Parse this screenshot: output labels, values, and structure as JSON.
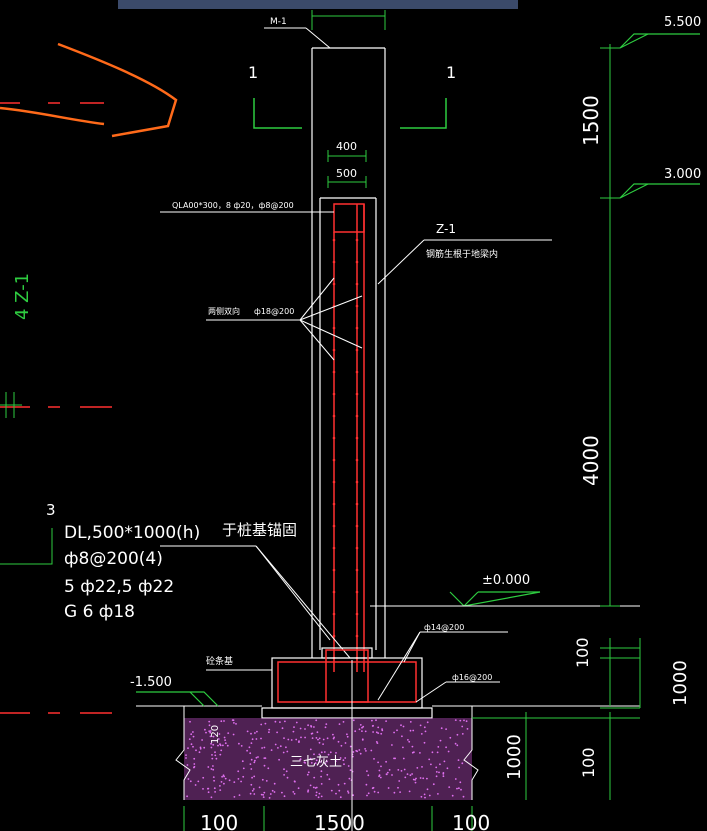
{
  "labels": {
    "m1": "M-1",
    "sec_l": "1",
    "sec_r": "1",
    "d400": "400",
    "d500": "500",
    "qla_note": "QLA00*300，8 ф20，ф8@200",
    "z1": "Z-1",
    "z1_note": "钢筋生根于地梁内",
    "both_sides": "两侧双向",
    "stirrup18": "ф18@200",
    "side_tag": "4 Z-1",
    "num3": "3",
    "dl_line1": "DL,500*1000(h)",
    "dl_line2": "ф8@200(4)",
    "dl_line3": "5 ф22,5  ф22",
    "dl_line4": "G 6 ф18",
    "anchor_note": "于桩基锚固",
    "strip_found": "砼条基",
    "phi14": "ф14@200",
    "phi16": "ф16@200",
    "soil": "三七灰土",
    "d120": "120"
  },
  "elevations": {
    "top": "5.500",
    "mid": "3.000",
    "zero": "±0.000",
    "base": "-1.500"
  },
  "dims_right": {
    "d1500": "1500",
    "d4000": "4000",
    "d100_upper": "100",
    "d1000_upper": "1000",
    "d1000_lower": "1000",
    "d100_lower": "100"
  },
  "dims_bottom": {
    "left": "100",
    "mid": "1500",
    "right": "100"
  },
  "colors": {
    "line": "#ffffff",
    "green": "#2ecc40",
    "red": "#ff3030",
    "orange": "#ff6a1a",
    "soil": "#b04ab8",
    "topbar": "#3b4a6a"
  }
}
